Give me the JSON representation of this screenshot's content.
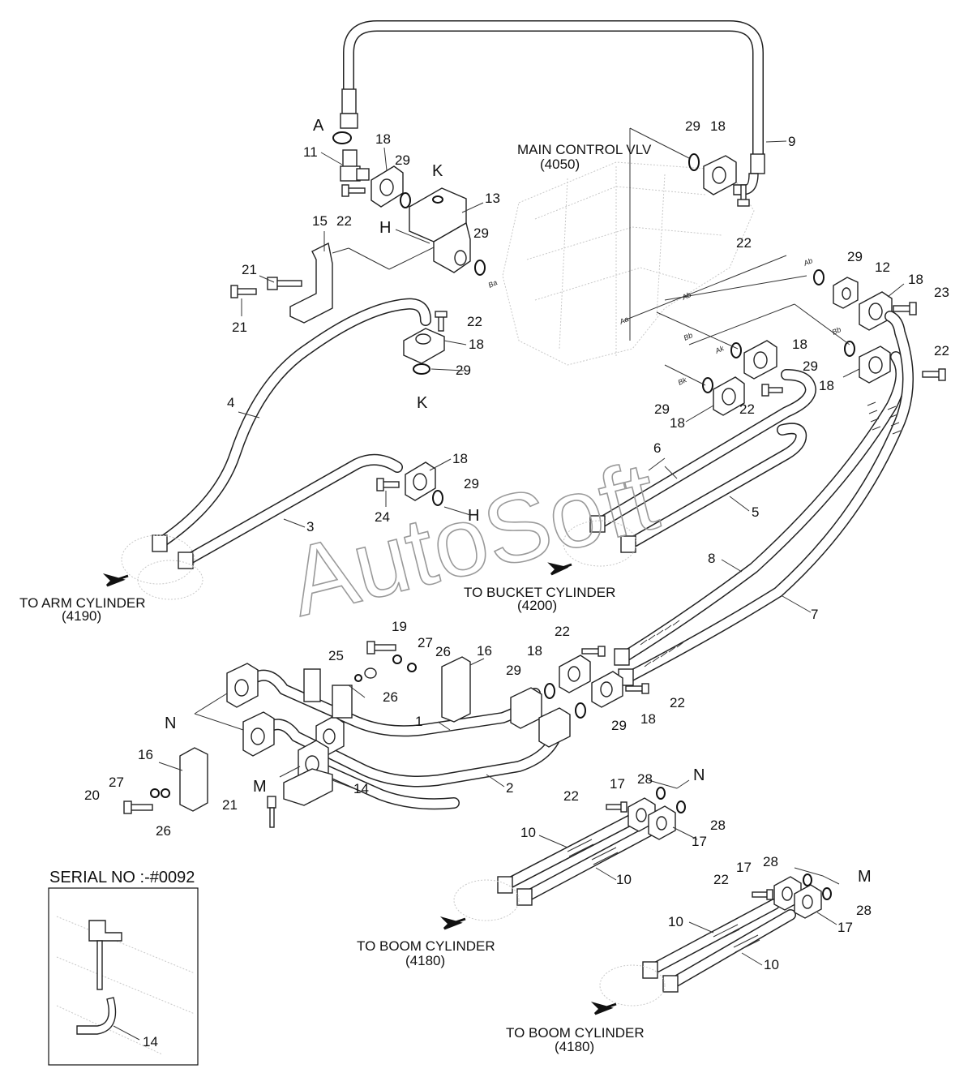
{
  "diagram": {
    "watermark": "AutoSoft",
    "serial_box_title": "SERIAL NO :-#0092",
    "destinations": {
      "arm": {
        "name": "TO ARM CYLINDER",
        "ref": "(4190)"
      },
      "bucket": {
        "name": "TO BUCKET CYLINDER",
        "ref": "(4200)"
      },
      "boom_1": {
        "name": "TO BOOM CYLINDER",
        "ref": "(4180)"
      },
      "boom_2": {
        "name": "TO BOOM CYLINDER",
        "ref": "(4180)"
      },
      "main_control_valve": {
        "name": "MAIN CONTROL VLV",
        "ref": "(4050)"
      }
    },
    "port_tags": [
      "Aa",
      "Ab",
      "Ab",
      "Ba",
      "Bb",
      "Bb",
      "Ak",
      "Bk"
    ],
    "callouts": [
      "A",
      "11",
      "18",
      "29",
      "K",
      "13",
      "22",
      "15",
      "H",
      "29",
      "21",
      "21",
      "29",
      "18",
      "9",
      "22",
      "29",
      "12",
      "18",
      "23",
      "22",
      "18",
      "29",
      "K",
      "Ak",
      "18",
      "29",
      "22",
      "18",
      "29",
      "18",
      "22",
      "4",
      "18",
      "29",
      "24",
      "H",
      "3",
      "6",
      "5",
      "8",
      "7",
      "19",
      "27",
      "25",
      "26",
      "16",
      "26",
      "22",
      "18",
      "29",
      "22",
      "29",
      "18",
      "1",
      "N",
      "16",
      "27",
      "20",
      "26",
      "M",
      "21",
      "14",
      "2",
      "22",
      "17",
      "28",
      "N",
      "28",
      "17",
      "10",
      "10",
      "22",
      "17",
      "28",
      "M",
      "28",
      "17",
      "10",
      "10",
      "14"
    ]
  }
}
